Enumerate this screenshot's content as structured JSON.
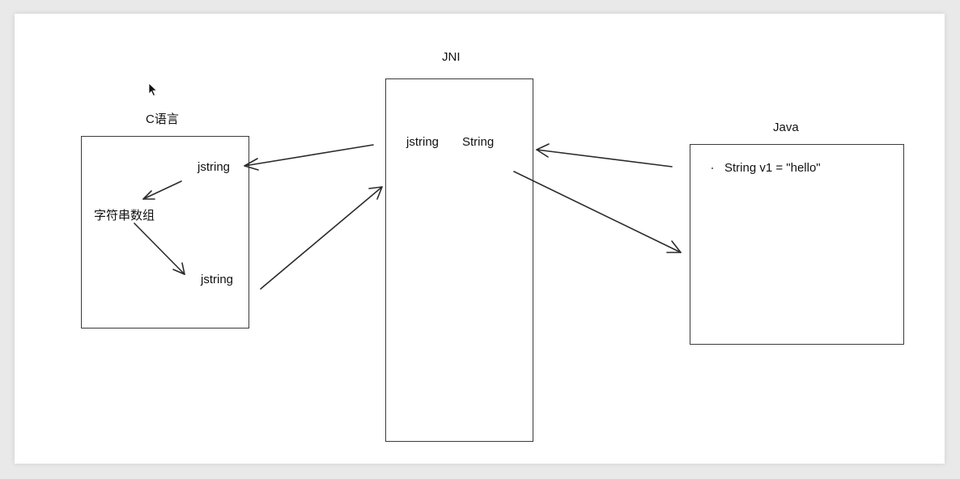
{
  "jni": {
    "title": "JNI",
    "type_jstring": "jstring",
    "type_string": "String"
  },
  "c": {
    "title": "C语言",
    "jstring_top": "jstring",
    "char_array": "字符串数组",
    "jstring_bottom": "jstring"
  },
  "java": {
    "title": "Java",
    "code": "String v1 = \"hello\""
  },
  "icons": {
    "cursor": "mouse-pointer-icon"
  }
}
